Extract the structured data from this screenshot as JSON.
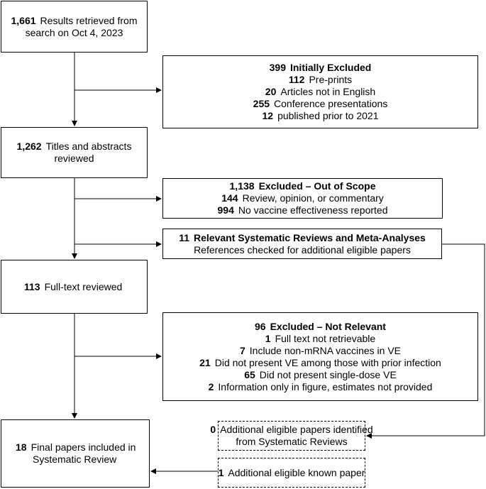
{
  "search": {
    "count": "1,661",
    "text": "Results retrieved from",
    "text2": "search on Oct 4, 2023"
  },
  "initial_excluded": {
    "count": "399",
    "title": "Initially Excluded",
    "items": [
      {
        "n": "112",
        "label": "Pre-prints"
      },
      {
        "n": "20",
        "label": "Articles not in English"
      },
      {
        "n": "255",
        "label": "Conference presentations"
      },
      {
        "n": "12",
        "label": "published prior to 2021"
      }
    ]
  },
  "titles": {
    "count": "1,262",
    "text": "Titles and abstracts",
    "text2": "reviewed"
  },
  "out_of_scope": {
    "count": "1,138",
    "title": "Excluded – Out of Scope",
    "items": [
      {
        "n": "144",
        "label": "Review, opinion, or commentary"
      },
      {
        "n": "994",
        "label": "No vaccine effectiveness reported"
      }
    ]
  },
  "systematic": {
    "count": "11",
    "title": "Relevant Systematic Reviews and Meta-Analyses",
    "text": "References checked for additional eligible papers"
  },
  "fulltext": {
    "count": "113",
    "text": "Full-text reviewed"
  },
  "not_relevant": {
    "count": "96",
    "title": "Excluded – Not Relevant",
    "items": [
      {
        "n": "1",
        "label": "Full text not retrievable"
      },
      {
        "n": "7",
        "label": "Include non-mRNA vaccines in VE"
      },
      {
        "n": "21",
        "label": "Did not present VE among those with prior infection"
      },
      {
        "n": "65",
        "label": "Did not present single-dose VE"
      },
      {
        "n": "2",
        "label": "Information only in figure, estimates not provided"
      }
    ]
  },
  "final": {
    "count": "18",
    "text": "Final papers included in",
    "text2": "Systematic Review"
  },
  "additional_sr": {
    "count": "0",
    "text": "Additional eligible papers identified",
    "text2": "from Systematic Reviews"
  },
  "additional_known": {
    "count": "1",
    "text": "Additional eligible known paper"
  }
}
